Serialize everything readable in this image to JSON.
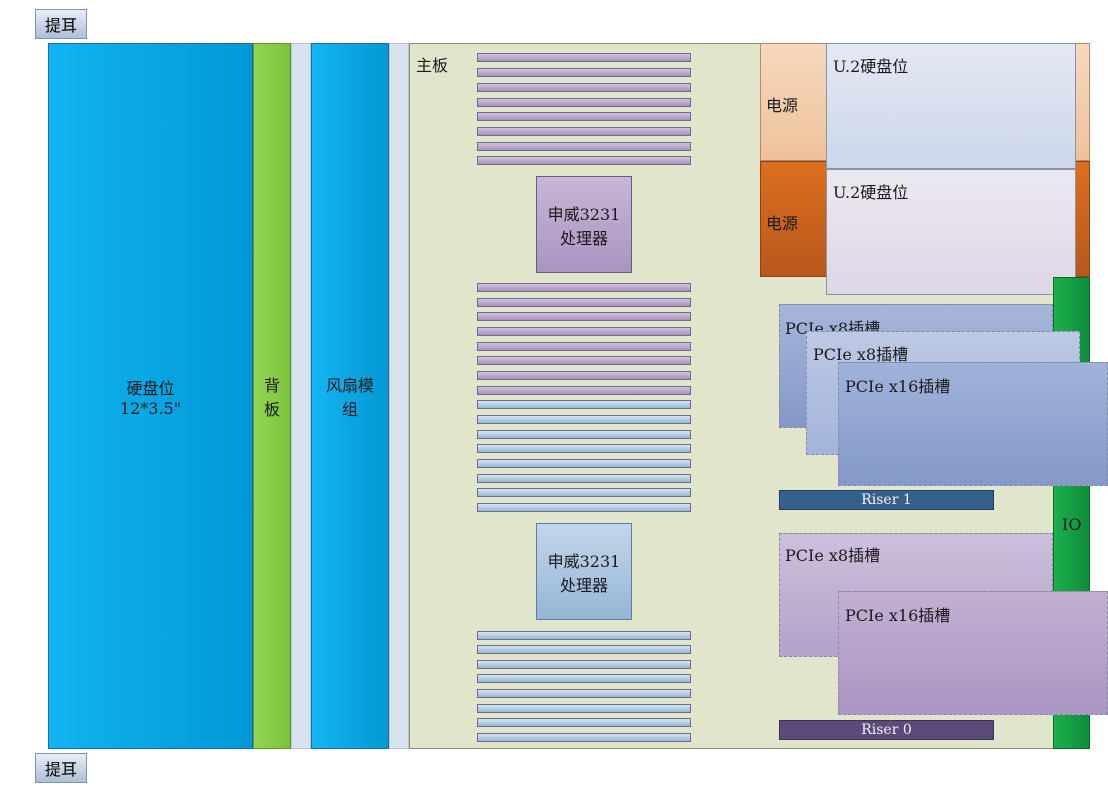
{
  "ears": {
    "top": "提耳",
    "bottom": "提耳"
  },
  "drive_bay": {
    "line1": "硬盘位",
    "line2": "12*3.5\""
  },
  "backplane": {
    "line1": "背",
    "line2": "板"
  },
  "fan_module": {
    "line1": "风扇模",
    "line2": "组"
  },
  "mainboard": {
    "label": "主板"
  },
  "cpus": [
    {
      "line1": "申威3231",
      "line2": "处理器"
    },
    {
      "line1": "申威3231",
      "line2": "处理器"
    }
  ],
  "power_supplies": [
    {
      "label": "电源"
    },
    {
      "label": "电源"
    }
  ],
  "u2_bays": [
    {
      "label": "U.2硬盘位"
    },
    {
      "label": "U.2硬盘位"
    }
  ],
  "riser1_slots": [
    {
      "label": "PCIe x8插槽"
    },
    {
      "label": "PCIe x8插槽"
    },
    {
      "label": "PCIe x16插槽"
    }
  ],
  "riser0_slots": [
    {
      "label": "PCIe x8插槽"
    },
    {
      "label": "PCIe x16插槽"
    }
  ],
  "risers": {
    "riser1": "Riser 1",
    "riser0": "Riser 0"
  },
  "io": {
    "label": "IO"
  },
  "colors": {
    "drive_bay": "#00aaea",
    "backplane": "#8ccf47",
    "fan_module": "#00a7e4",
    "mainboard": "#dfe4c9",
    "io": "#1aa64a",
    "riser1_bar": "#355f8c",
    "riser0_bar": "#5b4a7a"
  }
}
